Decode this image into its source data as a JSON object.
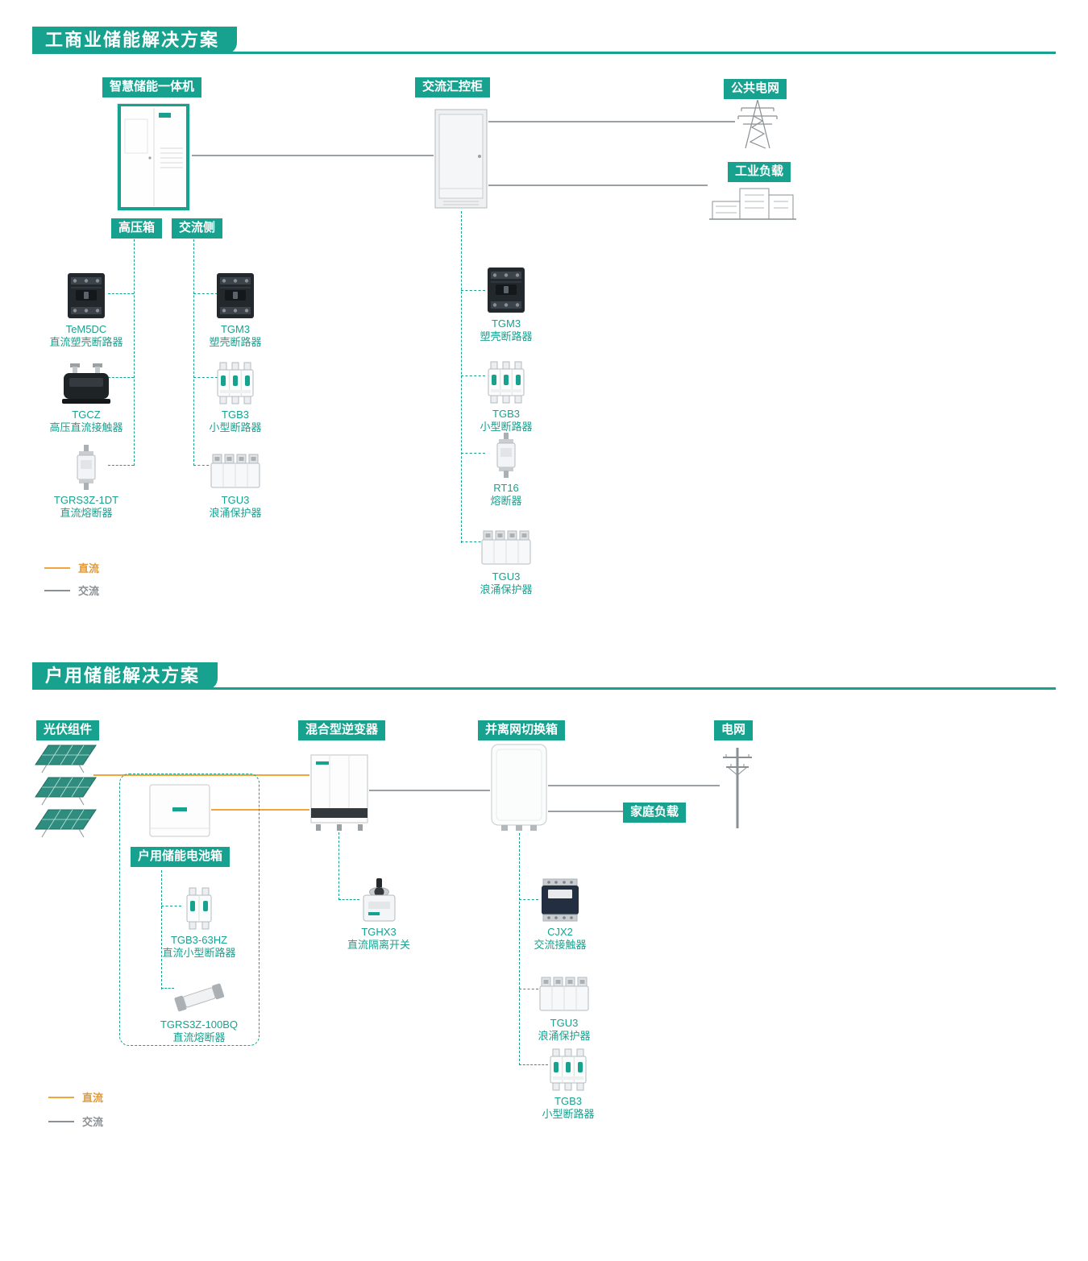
{
  "colors": {
    "teal": "#17A28F",
    "orange": "#F0A63C",
    "gray_line": "#9AA0A4"
  },
  "s1": {
    "title": "工商业储能解决方案",
    "labels": {
      "storage": "智慧储能一体机",
      "ac_cabinet": "交流汇控柜",
      "public_grid": "公共电网",
      "industrial_load": "工业负载",
      "hv_box": "高压箱",
      "ac_side": "交流侧"
    },
    "products": {
      "tem5dc": {
        "name": "TeM5DC",
        "desc": "直流塑壳断路器"
      },
      "tgcz": {
        "name": "TGCZ",
        "desc": "高压直流接触器"
      },
      "tgrs3z_1dt": {
        "name": "TGRS3Z-1DT",
        "desc": "直流熔断器"
      },
      "tgm3_left": {
        "name": "TGM3",
        "desc": "塑壳断路器"
      },
      "tgb3_left": {
        "name": "TGB3",
        "desc": "小型断路器"
      },
      "tgu3_left": {
        "name": "TGU3",
        "desc": "浪涌保护器"
      },
      "tgm3_right": {
        "name": "TGM3",
        "desc": "塑壳断路器"
      },
      "tgb3_right": {
        "name": "TGB3",
        "desc": "小型断路器"
      },
      "rt16": {
        "name": "RT16",
        "desc": "熔断器"
      },
      "tgu3_right": {
        "name": "TGU3",
        "desc": "浪涌保护器"
      }
    },
    "legend": {
      "dc": "直流",
      "ac": "交流"
    }
  },
  "s2": {
    "title": "户用储能解决方案",
    "labels": {
      "pv": "光伏组件",
      "inverter": "混合型逆变器",
      "switch_box": "并离网切换箱",
      "grid": "电网",
      "home_load": "家庭负载",
      "battery_box": "户用储能电池箱"
    },
    "products": {
      "tgb3_63hz": {
        "name": "TGB3-63HZ",
        "desc": "直流小型断路器"
      },
      "tgrs3z_100bq": {
        "name": "TGRS3Z-100BQ",
        "desc": "直流熔断器"
      },
      "tghx3": {
        "name": "TGHX3",
        "desc": "直流隔离开关"
      },
      "cjx2": {
        "name": "CJX2",
        "desc": "交流接触器"
      },
      "tgu3": {
        "name": "TGU3",
        "desc": "浪涌保护器"
      },
      "tgb3": {
        "name": "TGB3",
        "desc": "小型断路器"
      }
    },
    "legend": {
      "dc": "直流",
      "ac": "交流"
    }
  }
}
